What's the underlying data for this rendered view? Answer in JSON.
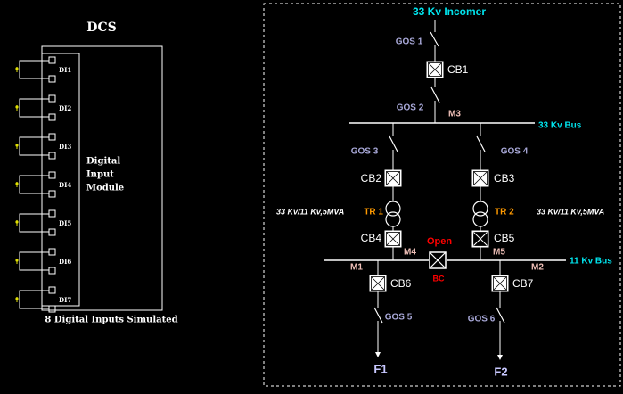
{
  "dcs": {
    "title": "DCS",
    "module_label_lines": [
      "Digital",
      "Input",
      "Module"
    ],
    "footer": "8 Digital Inputs Simulated",
    "inputs": [
      "DI1",
      "DI2",
      "DI3",
      "DI4",
      "DI5",
      "DI6",
      "DI7"
    ]
  },
  "sld": {
    "incomer": "33 Kv Incomer",
    "bus33": "33 Kv Bus",
    "bus11": "11 Kv Bus",
    "gos": {
      "g1": "GOS 1",
      "g2": "GOS 2",
      "g3": "GOS 3",
      "g4": "GOS 4",
      "g5": "GOS 5",
      "g6": "GOS 6"
    },
    "cb": {
      "cb1": "CB1",
      "cb2": "CB2",
      "cb3": "CB3",
      "cb4": "CB4",
      "cb5": "CB5",
      "cb6": "CB6",
      "cb7": "CB7"
    },
    "meters": {
      "m1": "M1",
      "m2": "M2",
      "m3": "M3",
      "m4": "M4",
      "m5": "M5"
    },
    "tr1": "TR 1",
    "tr2": "TR 2",
    "tr1_rating": "33 Kv/11 Kv,5MVA",
    "tr2_rating": "33 Kv/11 Kv,5MVA",
    "bc_label": "BC",
    "bc_state": "Open",
    "feeders": {
      "f1": "F1",
      "f2": "F2"
    }
  },
  "colors": {
    "background": "#000000",
    "line": "#ffffff",
    "cyan": "#00e5ee",
    "gos_text": "#a8a8d8",
    "meter_text": "#f0c0b8",
    "transformer_text": "#ff9a00",
    "rating_text": "#ffffff",
    "alarm_red": "#ff0000",
    "feeder_text": "#c8c8ff",
    "di_dot": "#e0e000"
  }
}
